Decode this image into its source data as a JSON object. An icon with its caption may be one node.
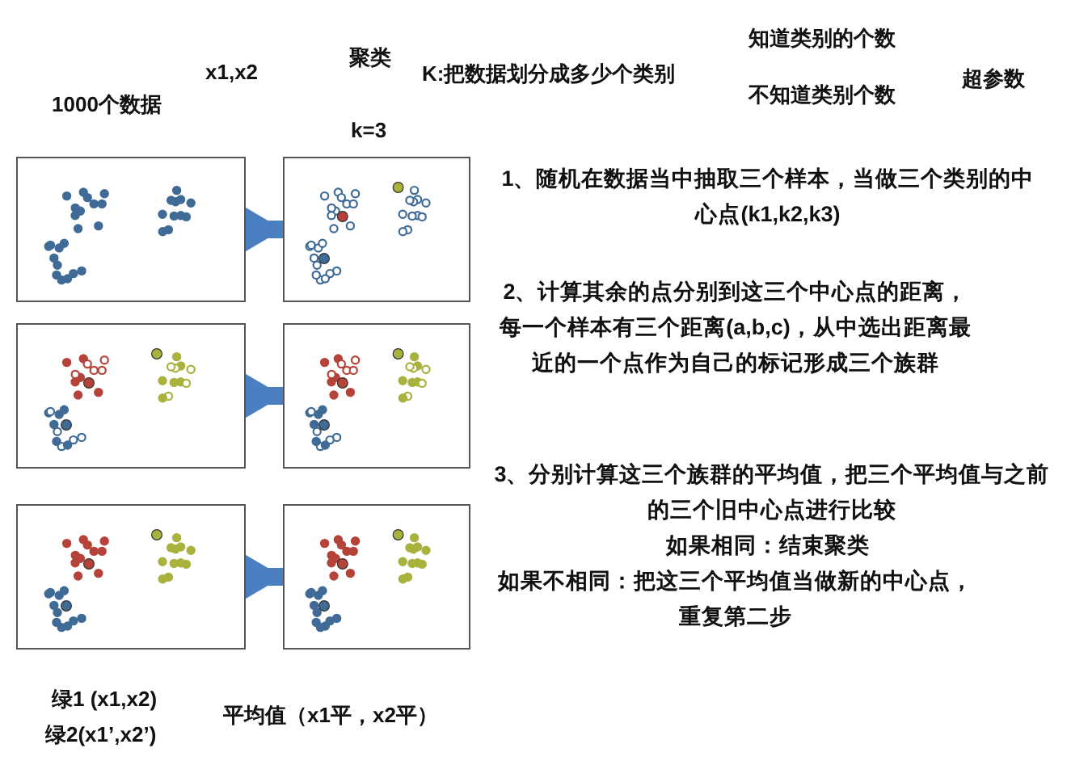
{
  "diagram": {
    "nodes": [
      {
        "text": [],
        "shape": "picture"
      },
      {
        "text": [],
        "shape": "picture"
      },
      {
        "text": [],
        "shape": "picture"
      },
      {
        "text": [],
        "shape": "picture"
      },
      {
        "text": [],
        "shape": "picture"
      },
      {
        "text": [],
        "shape": "picture"
      }
    ],
    "edges": [
      {
        "from": 0,
        "to": 1,
        "arrow": "to"
      },
      {
        "from": 2,
        "to": 3,
        "arrow": "to"
      },
      {
        "from": 4,
        "to": 5,
        "arrow": "to"
      }
    ],
    "labels": [
      "1000个数据",
      "x1,x2",
      "聚类",
      "k=3",
      "K:把数据划分成多少个类别",
      "知道类别的个数",
      "不知道类别个数",
      "超参数",
      "1、随机在数据当中抽取三个样本，当做三个类别的中心点(k1,k2,k3)",
      "2、计算其余的点分别到这三个中心点的距离，每一个样本有三个距离(a,b,c)，从中选出距离最近的一个点作为自己的标记形成三个族群",
      "3、分别计算这三个族群的平均值，把三个平均值与之前的三个旧中心点进行比较",
      "如果相同：结束聚类",
      "如果不相同：把这三个平均值当做新的中心点，重复第二步",
      "绿1 (x1,x2)",
      "绿2(x1’,x2’)",
      "平均值（x1平，x2平）"
    ]
  }
}
